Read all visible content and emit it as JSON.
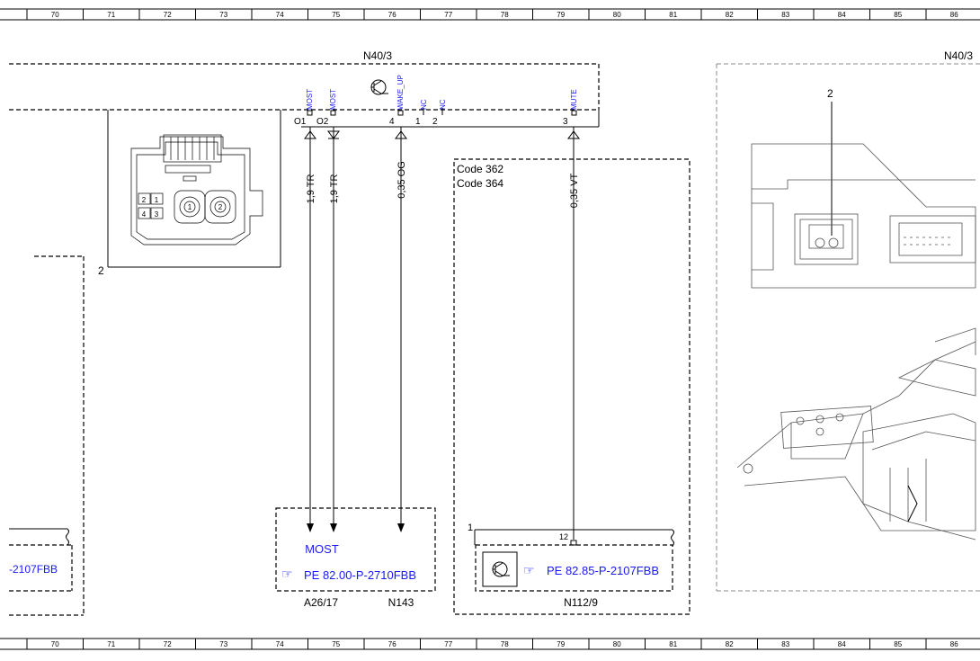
{
  "ruler": {
    "columns": [
      "70",
      "71",
      "72",
      "73",
      "74",
      "75",
      "76",
      "77",
      "78",
      "79",
      "80",
      "81",
      "82",
      "83",
      "84",
      "85",
      "86"
    ]
  },
  "components": {
    "main_unit": "N40/3",
    "right_unit": "N40/3",
    "connector_callout": "2",
    "right_connector_callout": "2",
    "code_block": [
      "Code 362",
      "Code 364"
    ],
    "lower_labels": [
      "A26/17",
      "N143",
      "N112/9"
    ],
    "n112_pin": "1"
  },
  "pins": [
    {
      "signal": "MOST",
      "pin": "O1"
    },
    {
      "signal": "MOST",
      "pin": "O2"
    },
    {
      "signal": "WAKE_UP",
      "pin": "4"
    },
    {
      "signal": "NC",
      "pin": "1"
    },
    {
      "signal": "NC",
      "pin": "2"
    },
    {
      "signal": "MUTE",
      "pin": "3"
    }
  ],
  "connector_pins": [
    "2",
    "1",
    "4",
    "3",
    "1",
    "2"
  ],
  "wires": [
    {
      "label": "1,9 TR"
    },
    {
      "label": "1,9 TR"
    },
    {
      "label": "0,35 OG"
    },
    {
      "label": "0,35 VT"
    }
  ],
  "references": {
    "most_label": "MOST",
    "pe_left": "PE 82.00-P-2710FBB",
    "pe_right": "PE 82.85-P-2107FBB",
    "pe_far_left": "-2107FBB",
    "pin_12": "12"
  },
  "colors": {
    "signal_text": "#1a1aff",
    "lines": "#000000",
    "illustration": "#555555"
  }
}
